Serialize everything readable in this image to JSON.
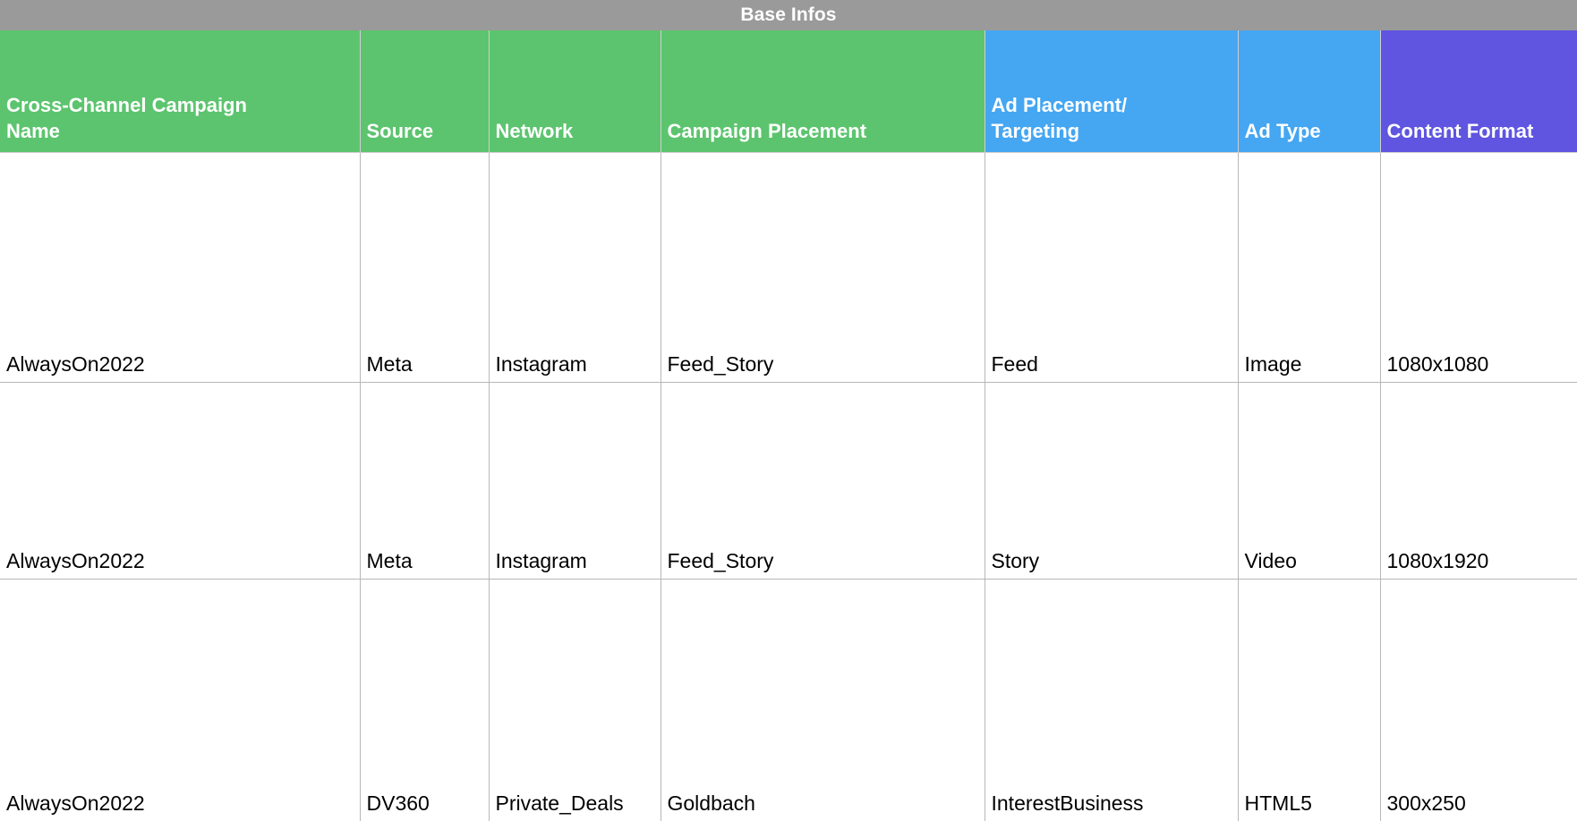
{
  "banner": {
    "title": "Base Infos",
    "background_color": "#9a9a9a",
    "text_color": "#ffffff"
  },
  "palette": {
    "header_green": "#5cc46e",
    "header_blue": "#45a6f2",
    "header_purple": "#5f55e0",
    "grid_line": "#b7b7b7",
    "cell_text": "#000000"
  },
  "table": {
    "columns": [
      {
        "label": "Cross-Channel Campaign\nName",
        "group": "green"
      },
      {
        "label": "Source",
        "group": "green"
      },
      {
        "label": "Network",
        "group": "green"
      },
      {
        "label": "Campaign Placement",
        "group": "green"
      },
      {
        "label": "Ad Placement/\nTargeting",
        "group": "blue"
      },
      {
        "label": "Ad Type",
        "group": "blue"
      },
      {
        "label": "Content Format",
        "group": "purple"
      }
    ],
    "rows": [
      {
        "campaign_name": "AlwaysOn2022",
        "source": "Meta",
        "network": "Instagram",
        "campaign_placement": "Feed_Story",
        "ad_placement_targeting": "Feed",
        "ad_type": "Image",
        "content_format": "1080x1080"
      },
      {
        "campaign_name": "AlwaysOn2022",
        "source": "Meta",
        "network": "Instagram",
        "campaign_placement": "Feed_Story",
        "ad_placement_targeting": "Story",
        "ad_type": "Video",
        "content_format": "1080x1920"
      },
      {
        "campaign_name": "AlwaysOn2022",
        "source": "DV360",
        "network": "Private_Deals",
        "campaign_placement": "Goldbach",
        "ad_placement_targeting": "InterestBusiness",
        "ad_type": "HTML5",
        "content_format": "300x250"
      }
    ]
  }
}
